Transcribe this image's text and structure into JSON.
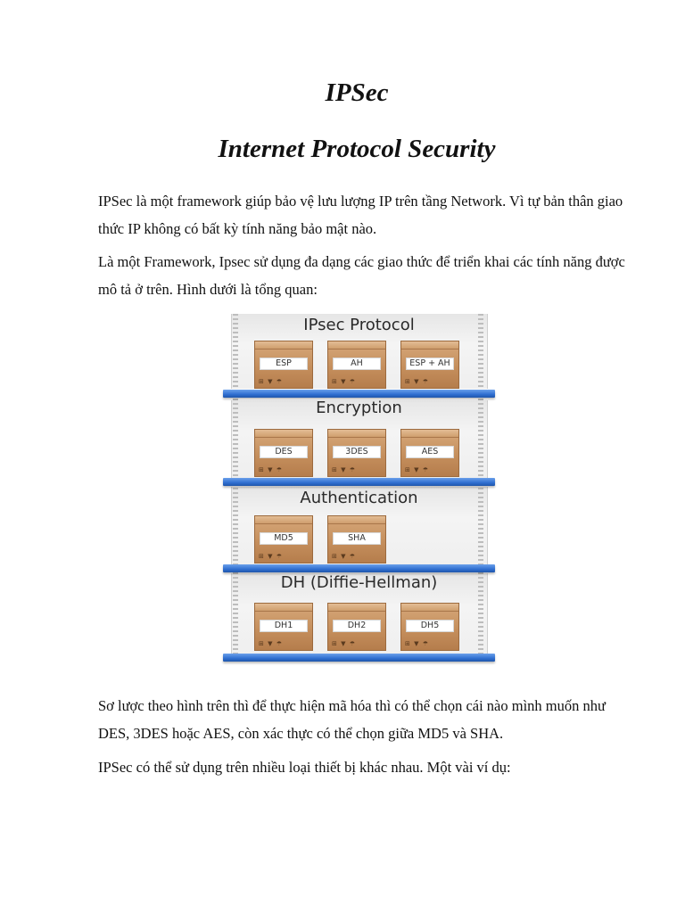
{
  "document": {
    "title": "IPSec",
    "subtitle": "Internet Protocol Security",
    "paragraphs": [
      "IPSec là một framework giúp bảo vệ lưu lượng IP trên tầng Network. Vì tự bản thân giao thức IP không có bất kỳ tính năng bảo mật nào.",
      "Là một Framework, Ipsec sử dụng đa dạng các giao thức để triển khai các tính năng được mô tả ở trên. Hình dưới là tổng quan:",
      "Sơ lược theo hình trên thì để thực hiện mã hóa thì có thể chọn cái nào mình muốn như DES, 3DES hoặc AES, còn xác thực có thể chọn giữa MD5 và SHA.",
      "IPSec có thể sử dụng trên nhiều loại thiết bị khác nhau. Một vài ví dụ:"
    ]
  },
  "diagram": {
    "levels": [
      {
        "label": "IPsec Protocol",
        "boxes": [
          "ESP",
          "AH",
          "ESP + AH"
        ]
      },
      {
        "label": "Encryption",
        "boxes": [
          "DES",
          "3DES",
          "AES"
        ]
      },
      {
        "label": "Authentication",
        "boxes": [
          "MD5",
          "SHA"
        ]
      },
      {
        "label": "DH (Diffie-Hellman)",
        "boxes": [
          "DH1",
          "DH2",
          "DH5"
        ]
      }
    ],
    "box_icons": "⊞ ▼ ☂",
    "colors": {
      "plank": "#2f6fd1",
      "box": "#c58f5d",
      "shelf_background": "#efefef"
    }
  }
}
